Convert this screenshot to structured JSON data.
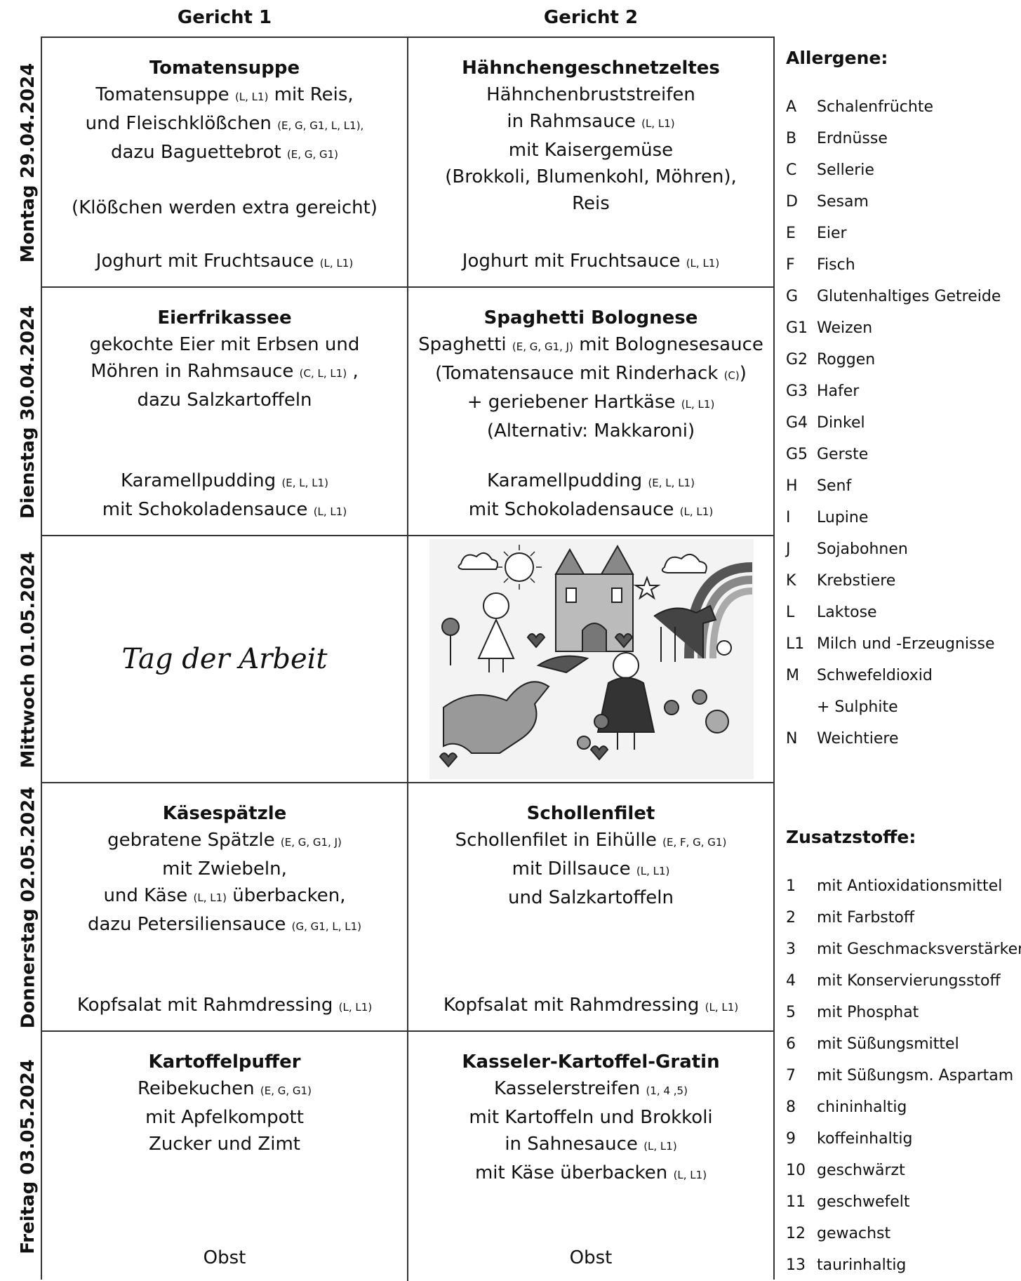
{
  "headers": {
    "dish1": "Gericht 1",
    "dish2": "Gericht 2"
  },
  "days": [
    {
      "label": "Montag 29.04.2024",
      "dish1": {
        "title": "Tomatensuppe",
        "lines": [
          [
            {
              "t": "Tomatensuppe "
            },
            {
              "s": "(L, L1)"
            },
            {
              "t": " mit Reis,"
            }
          ],
          [
            {
              "t": "und Fleischklößchen "
            },
            {
              "s": "(E, G, G1, L, L1),"
            }
          ],
          [
            {
              "t": "dazu Baguettebrot "
            },
            {
              "s": "(E, G, G1)"
            }
          ],
          [
            {
              "t": " "
            }
          ],
          [
            {
              "t": "(Klößchen werden extra gereicht)"
            }
          ]
        ],
        "dessert": [
          [
            {
              "t": "Joghurt mit Fruchtsauce "
            },
            {
              "s": "(L, L1)"
            }
          ]
        ]
      },
      "dish2": {
        "title": "Hähnchengeschnetzeltes",
        "lines": [
          [
            {
              "t": "Hähnchenbruststreifen"
            }
          ],
          [
            {
              "t": "in Rahmsauce "
            },
            {
              "s": "(L, L1)"
            }
          ],
          [
            {
              "t": "mit Kaisergemüse"
            }
          ],
          [
            {
              "t": "(Brokkoli, Blumenkohl, Möhren),"
            }
          ],
          [
            {
              "t": "Reis"
            }
          ]
        ],
        "dessert": [
          [
            {
              "t": "Joghurt mit Fruchtsauce "
            },
            {
              "s": "(L, L1)"
            }
          ]
        ]
      }
    },
    {
      "label": "Dienstag 30.04.2024",
      "dish1": {
        "title": "Eierfrikassee",
        "lines": [
          [
            {
              "t": "gekochte Eier mit Erbsen und"
            }
          ],
          [
            {
              "t": "Möhren in Rahmsauce "
            },
            {
              "s": "(C, L, L1)"
            },
            {
              "t": " ,"
            }
          ],
          [
            {
              "t": "dazu Salzkartoffeln"
            }
          ]
        ],
        "dessert": [
          [
            {
              "t": "Karamellpudding "
            },
            {
              "s": "(E, L, L1)"
            }
          ],
          [
            {
              "t": "mit Schokoladensauce "
            },
            {
              "s": "(L, L1)"
            }
          ]
        ]
      },
      "dish2": {
        "title": "Spaghetti Bolognese",
        "lines": [
          [
            {
              "t": "Spaghetti "
            },
            {
              "s": "(E, G, G1, J)"
            },
            {
              "t": " mit Bolognesesauce"
            }
          ],
          [
            {
              "t": "(Tomatensauce mit Rinderhack "
            },
            {
              "s": "(C)"
            },
            {
              "t": ")"
            }
          ],
          [
            {
              "t": "+ geriebener Hartkäse "
            },
            {
              "s": "(L, L1)"
            }
          ],
          [
            {
              "t": "(Alternativ: Makkaroni)"
            }
          ]
        ],
        "dessert": [
          [
            {
              "t": "Karamellpudding "
            },
            {
              "s": "(E, L, L1)"
            }
          ],
          [
            {
              "t": "mit Schokoladensauce "
            },
            {
              "s": "(L, L1)"
            }
          ]
        ]
      }
    },
    {
      "label": "Mittwoch 01.05.2024",
      "holiday": "Tag der Arbeit"
    },
    {
      "label": "Donnerstag 02.05.2024",
      "dish1": {
        "title": "Käsespätzle",
        "lines": [
          [
            {
              "t": "gebratene Spätzle "
            },
            {
              "s": "(E, G, G1, J)"
            }
          ],
          [
            {
              "t": "mit Zwiebeln,"
            }
          ],
          [
            {
              "t": "und Käse "
            },
            {
              "s": "(L, L1)"
            },
            {
              "t": " überbacken,"
            }
          ],
          [
            {
              "t": "dazu Petersiliensauce "
            },
            {
              "s": "(G, G1, L, L1)"
            }
          ]
        ],
        "dessert": [
          [
            {
              "t": "Kopfsalat mit Rahmdressing "
            },
            {
              "s": "(L, L1)"
            }
          ]
        ]
      },
      "dish2": {
        "title": "Schollenfilet",
        "lines": [
          [
            {
              "t": "Schollenfilet in Eihülle "
            },
            {
              "s": "(E, F, G, G1)"
            }
          ],
          [
            {
              "t": "mit Dillsauce "
            },
            {
              "s": "(L, L1)"
            }
          ],
          [
            {
              "t": "und Salzkartoffeln"
            }
          ]
        ],
        "dessert": [
          [
            {
              "t": "Kopfsalat mit Rahmdressing "
            },
            {
              "s": "(L, L1)"
            }
          ]
        ]
      }
    },
    {
      "label": "Freitag 03.05.2024",
      "dish1": {
        "title": "Kartoffelpuffer",
        "lines": [
          [
            {
              "t": "Reibekuchen "
            },
            {
              "s": "(E, G, G1)"
            }
          ],
          [
            {
              "t": "mit Apfelkompott"
            }
          ],
          [
            {
              "t": "Zucker und Zimt"
            }
          ]
        ],
        "dessert": [
          [
            {
              "t": "Obst"
            }
          ]
        ]
      },
      "dish2": {
        "title": "Kasseler-Kartoffel-Gratin",
        "lines": [
          [
            {
              "t": "Kasselerstreifen "
            },
            {
              "s": "(1, 4 ,5)"
            }
          ],
          [
            {
              "t": "mit Kartoffeln und Brokkoli"
            }
          ],
          [
            {
              "t": "in Sahnesauce "
            },
            {
              "s": "(L, L1)"
            }
          ],
          [
            {
              "t": "mit Käse überbacken "
            },
            {
              "s": "(L, L1)"
            }
          ]
        ],
        "dessert": [
          [
            {
              "t": "Obst"
            }
          ]
        ]
      }
    }
  ],
  "allergens": {
    "heading": "Allergene:",
    "items": [
      {
        "code": "A",
        "name": "Schalenfrüchte"
      },
      {
        "code": "B",
        "name": "Erdnüsse"
      },
      {
        "code": "C",
        "name": "Sellerie"
      },
      {
        "code": "D",
        "name": "Sesam"
      },
      {
        "code": "E",
        "name": "Eier"
      },
      {
        "code": "F",
        "name": "Fisch"
      },
      {
        "code": "G",
        "name": "Glutenhaltiges Getreide"
      },
      {
        "code": "G1",
        "name": "Weizen"
      },
      {
        "code": "G2",
        "name": "Roggen"
      },
      {
        "code": "G3",
        "name": "Hafer"
      },
      {
        "code": "G4",
        "name": "Dinkel"
      },
      {
        "code": "G5",
        "name": "Gerste"
      },
      {
        "code": "H",
        "name": "Senf"
      },
      {
        "code": "I",
        "name": "Lupine"
      },
      {
        "code": "J",
        "name": "Sojabohnen"
      },
      {
        "code": "K",
        "name": "Krebstiere"
      },
      {
        "code": "L",
        "name": "Laktose"
      },
      {
        "code": "L1",
        "name": "Milch und -Erzeugnisse"
      },
      {
        "code": "M",
        "name": "Schwefeldioxid"
      },
      {
        "code": "",
        "name": "+ Sulphite"
      },
      {
        "code": "N",
        "name": "Weichtiere"
      }
    ]
  },
  "additives": {
    "heading": "Zusatzstoffe:",
    "items": [
      {
        "code": "1",
        "name": "mit Antioxidationsmittel"
      },
      {
        "code": "2",
        "name": "mit Farbstoff"
      },
      {
        "code": "3",
        "name": "mit Geschmacksverstärker"
      },
      {
        "code": "4",
        "name": "mit Konservierungsstoff"
      },
      {
        "code": "5",
        "name": "mit Phosphat"
      },
      {
        "code": "6",
        "name": "mit Süßungsmittel"
      },
      {
        "code": "7",
        "name": "mit Süßungsm. Aspartam"
      },
      {
        "code": "8",
        "name": "chininhaltig"
      },
      {
        "code": "9",
        "name": "koffeinhaltig"
      },
      {
        "code": "10",
        "name": "geschwärzt"
      },
      {
        "code": "11",
        "name": "geschwefelt"
      },
      {
        "code": "12",
        "name": "gewachst"
      },
      {
        "code": "13",
        "name": "taurinhaltig"
      }
    ]
  }
}
